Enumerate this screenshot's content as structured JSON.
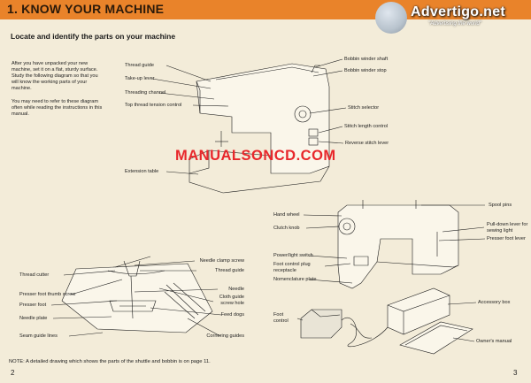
{
  "header": {
    "title": "1. KNOW YOUR MACHINE"
  },
  "subtitle": "Locate and identify the parts on your machine",
  "intro": {
    "paragraph1": "After you have unpacked your new machine, set it on a flat, sturdy surface. Study the following diagram so that you will know the working parts of your machine.",
    "paragraph2": "You may need to refer to these diagram often while reading the instructions in this manual."
  },
  "labels_top_left": {
    "thread_guide": "Thread guide",
    "take_up_lever": "Take-up lever",
    "threading_channel": "Threading channel",
    "top_thread_tension_control": "Top thread tension control",
    "extension_table": "Extension table"
  },
  "labels_top_right": {
    "bobbin_winder_shaft": "Bobbin winder shaft",
    "bobbin_winder_stop": "Bobbin winder stop",
    "stitch_selector": "Stitch selector",
    "stitch_length_control": "Stitch length control",
    "reverse_stitch_lever": "Reverse stitch lever"
  },
  "labels_rear": {
    "spool_pins": "Spool pins",
    "hand_wheel": "Hand wheel",
    "clutch_knob": "Clutch knob",
    "pull_down_lever": "Pull-down lever for sewing light",
    "presser_foot_lever": "Presser foot lever",
    "power_light_switch": "Power/light switch",
    "foot_control_plug_receptacle": "Foot control plug receptacle",
    "nomenclature_plate": "Nomenclature plate"
  },
  "labels_accessories": {
    "foot_control": "Foot control",
    "accessory_box": "Accessory box",
    "owners_manual": "Owner's manual"
  },
  "labels_needle_area": {
    "needle_clamp_screw": "Needle clamp screw",
    "thread_guide": "Thread guide",
    "thread_cutter": "Thread cutter",
    "presser_foot_thumb_screw": "Presser foot thumb screw",
    "needle": "Needle",
    "cloth_guide_screw_hole": "Cloth guide screw hole",
    "presser_foot": "Presser foot",
    "feed_dogs": "Feed dogs",
    "needle_plate": "Needle plate",
    "seam_guide_lines": "Seam guide lines",
    "cornering_guides": "Cornering guides"
  },
  "watermark": "MANUALSONCD.COM",
  "footer_note": "NOTE: A detailed drawing which shows the parts of the shuttle and bobbin is on page 11.",
  "page_numbers": {
    "left": "2",
    "right": "3"
  },
  "ad": {
    "name": "Advertigo.net",
    "tagline": "\"Advertising the world\""
  },
  "colors": {
    "header_band": "#e9832a",
    "watermark": "#e8272b",
    "paper": "#f3ecd9"
  }
}
